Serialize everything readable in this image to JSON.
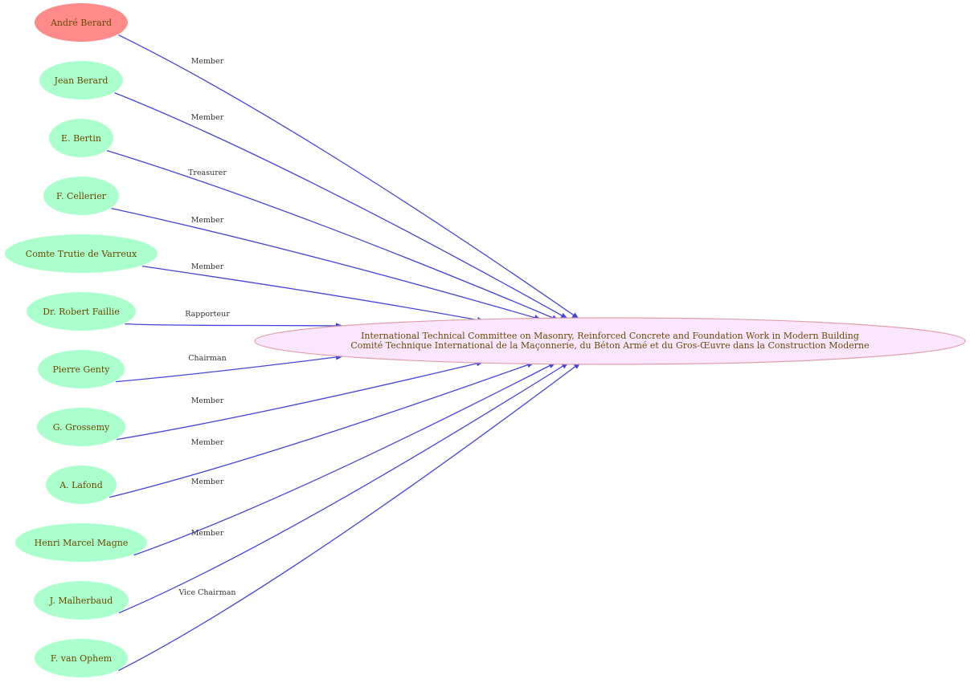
{
  "colors": {
    "highlight_node": "#ff8a8a",
    "member_node": "#aaffcc",
    "center_fill": "#fce6ff",
    "center_stroke": "#e0a0a8",
    "edge": "#4444dd"
  },
  "center": {
    "line1": "International Technical Committee on Masonry, Reinforced Concrete and Foundation Work in Modern Building",
    "line2": "Comité Technique International de la Maçonnerie, du Béton Armé et du Gros-Œuvre dans la Construction Moderne"
  },
  "members": [
    {
      "name": "André Berard",
      "role": "Member",
      "highlight": true
    },
    {
      "name": "Jean Berard",
      "role": "Member",
      "highlight": false
    },
    {
      "name": "E. Bertin",
      "role": "Treasurer",
      "highlight": false
    },
    {
      "name": "F. Cellerier",
      "role": "Member",
      "highlight": false
    },
    {
      "name": "Comte Trutie de Varreux",
      "role": "Member",
      "highlight": false
    },
    {
      "name": "Dr. Robert Faillie",
      "role": "Rapporteur",
      "highlight": false
    },
    {
      "name": "Pierre Genty",
      "role": "Chairman",
      "highlight": false
    },
    {
      "name": "G. Grossemy",
      "role": "Member",
      "highlight": false
    },
    {
      "name": "A. Lafond",
      "role": "Member",
      "highlight": false
    },
    {
      "name": "Henri Marcel Magne",
      "role": "Member",
      "highlight": false
    },
    {
      "name": "J. Malherbaud",
      "role": "Member",
      "highlight": false
    },
    {
      "name": "F. van Ophem",
      "role": "Vice Chairman",
      "highlight": false
    }
  ]
}
